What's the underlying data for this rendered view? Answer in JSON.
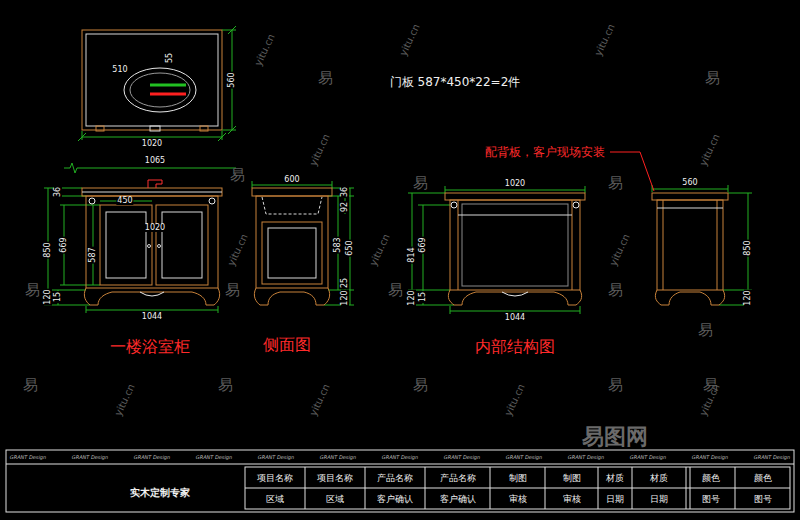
{
  "diagram": {
    "labels": [
      "510",
      "55",
      "560",
      "1020",
      "1065",
      "门板 587*450*22=2件",
      "配背板，客户现场安装",
      "36",
      "450",
      "1020",
      "850",
      "669",
      "587",
      "120",
      "15",
      "1044",
      "600",
      "36",
      "92",
      "583",
      "650",
      "25",
      "120",
      "1020",
      "814",
      "669",
      "120",
      "15",
      "1044",
      "560",
      "850",
      "120",
      "一楼浴室柜",
      "侧面图",
      "内部结构图",
      "实木定制专家",
      "项目名称",
      "项目名称",
      "产品名称",
      "产品名称",
      "制图",
      "制图",
      "材质",
      "材质",
      "颜色",
      "颜色",
      "区域",
      "区域",
      "客户确认",
      "客户确认",
      "审核",
      "审核",
      "日期",
      "日期",
      "图号",
      "图号",
      "GRANT Design",
      "GRANT Design",
      "GRANT Design",
      "GRANT Design",
      "GRANT Design",
      "GRANT Design",
      "GRANT Design",
      "GRANT Design",
      "GRANT Design",
      "GRANT Design",
      "GRANT Design",
      "GRANT Design",
      "GRANT Design",
      "易",
      "易",
      "易",
      "易",
      "易",
      "易",
      "易",
      "易",
      "易",
      "易",
      "易",
      "易",
      "易",
      "易",
      "易",
      "yitu.cn",
      "yitu.cn",
      "yitu.cn",
      "yitu.cn",
      "yitu.cn",
      "yitu.cn",
      "yitu.cn",
      "yitu.cn",
      "yitu.cn",
      "yitu.cn",
      "yitu.cn",
      "yitu.cn",
      "易图网"
    ]
  }
}
